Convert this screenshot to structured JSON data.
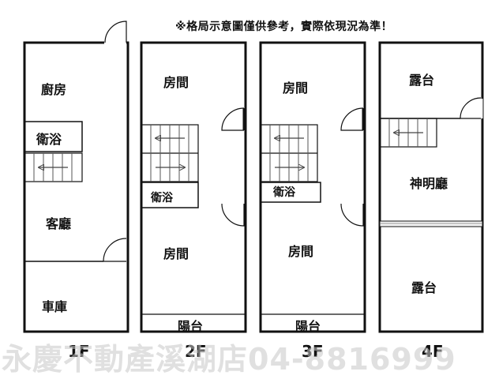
{
  "notice": "※格局示意圖僅供參考，實際依現況為準！",
  "watermark": "永慶不動產溪湖店04-8816999",
  "floors": [
    {
      "label": "1F",
      "rooms": {
        "kitchen": "廚房",
        "bath": "衛浴",
        "living": "客廳",
        "garage": "車庫"
      }
    },
    {
      "label": "2F",
      "rooms": {
        "room_top": "房間",
        "bath": "衛浴",
        "room_bottom": "房間",
        "balcony": "陽台"
      }
    },
    {
      "label": "3F",
      "rooms": {
        "room_top": "房間",
        "bath": "衛浴",
        "room_bottom": "房間",
        "balcony": "陽台"
      }
    },
    {
      "label": "4F",
      "rooms": {
        "terrace_top": "露台",
        "shrine": "神明廳",
        "terrace_bottom": "露台"
      }
    }
  ]
}
